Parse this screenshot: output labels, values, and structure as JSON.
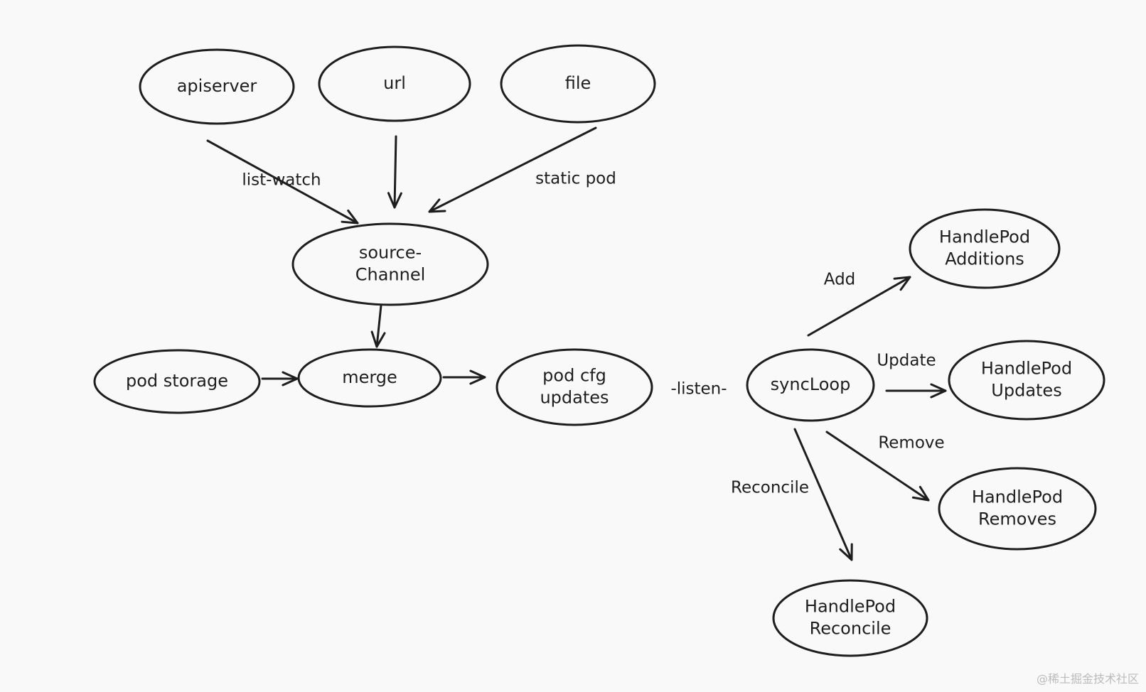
{
  "nodes": {
    "apiserver": [
      "apiserver"
    ],
    "url": [
      "url"
    ],
    "file": [
      "file"
    ],
    "source_channel": [
      "source-",
      "Channel"
    ],
    "pod_storage": [
      "pod storage"
    ],
    "merge": [
      "merge"
    ],
    "pod_cfg_updates": [
      "pod cfg",
      "updates"
    ],
    "syncloop": [
      "syncLoop"
    ],
    "handlepod_additions": [
      "HandlePod",
      "Additions"
    ],
    "handlepod_updates": [
      "HandlePod",
      "Updates"
    ],
    "handlepod_removes": [
      "HandlePod",
      "Removes"
    ],
    "handlepod_reconcile": [
      "HandlePod",
      "Reconcile"
    ]
  },
  "edges": [
    {
      "from": "apiserver",
      "to": "source_channel",
      "label": "list-watch"
    },
    {
      "from": "url",
      "to": "source_channel",
      "label": ""
    },
    {
      "from": "file",
      "to": "source_channel",
      "label": "static pod"
    },
    {
      "from": "source_channel",
      "to": "merge",
      "label": ""
    },
    {
      "from": "pod_storage",
      "to": "merge",
      "label": ""
    },
    {
      "from": "merge",
      "to": "pod_cfg_updates",
      "label": ""
    },
    {
      "from": "pod_cfg_updates",
      "to": "syncloop",
      "label": "-listen-"
    },
    {
      "from": "syncloop",
      "to": "handlepod_additions",
      "label": "Add"
    },
    {
      "from": "syncloop",
      "to": "handlepod_updates",
      "label": "Update"
    },
    {
      "from": "syncloop",
      "to": "handlepod_removes",
      "label": "Remove"
    },
    {
      "from": "syncloop",
      "to": "handlepod_reconcile",
      "label": "Reconcile"
    }
  ],
  "watermark": "@稀土掘金技术社区"
}
